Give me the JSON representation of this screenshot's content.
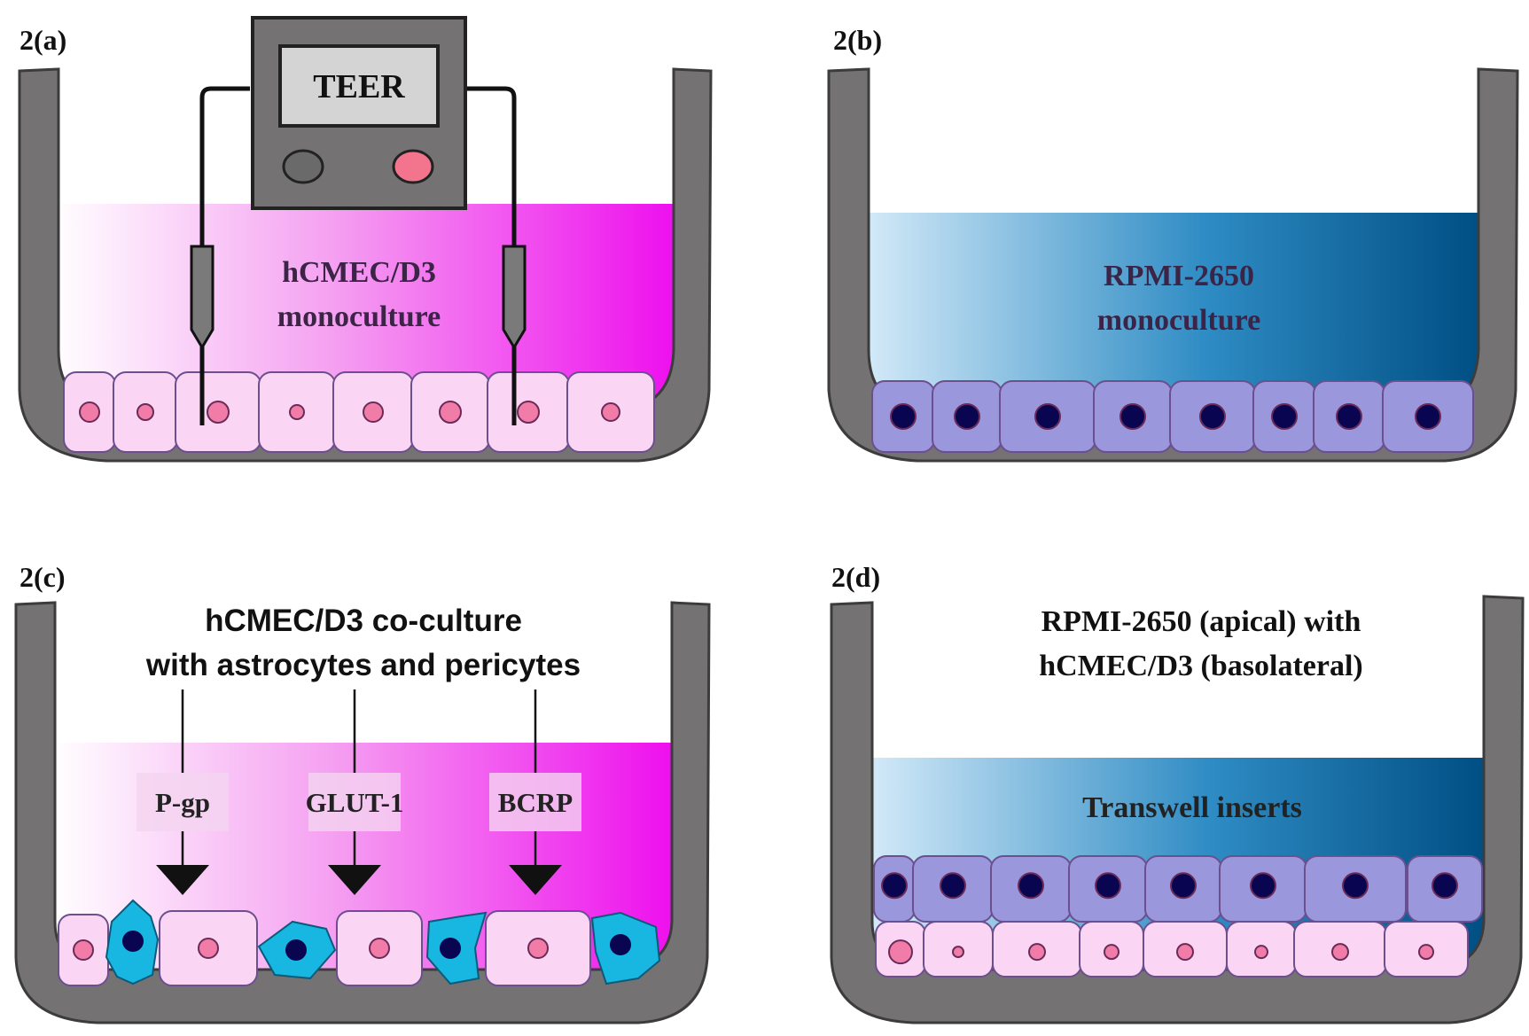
{
  "panels": {
    "a": {
      "label": "2(a)",
      "line1": "hCMEC/D3",
      "line2": "monoculture",
      "teer_label": "TEER"
    },
    "b": {
      "label": "2(b)",
      "line1": "RPMI-2650",
      "line2": "monoculture"
    },
    "c": {
      "label": "2(c)",
      "title_line1": "hCMEC/D3 co-culture",
      "title_line2": "with astrocytes and pericytes",
      "transporters": [
        "P-gp",
        "GLUT-1",
        "BCRP"
      ]
    },
    "d": {
      "label": "2(d)",
      "title_line1": "RPMI-2650 (apical) with",
      "title_line2": "hCMEC/D3 (basolateral)",
      "insert_label": "Transwell inserts"
    }
  },
  "colors": {
    "well_wall": "#747272",
    "well_outline": "#3c3c3c",
    "magenta_medium": "#ee10ee",
    "blue_medium": "#004f84",
    "light_blue": "#d2e9f8",
    "endothelial_cell": "#fbd6f4",
    "endothelial_nucleus": "#f27ca8",
    "epithelial_cell": "#9a97dd",
    "epithelial_nucleus": "#0a0550",
    "glial_cell": "#17b7e2",
    "teer_led": "#f2758d",
    "text_dark": "#3b2446"
  }
}
